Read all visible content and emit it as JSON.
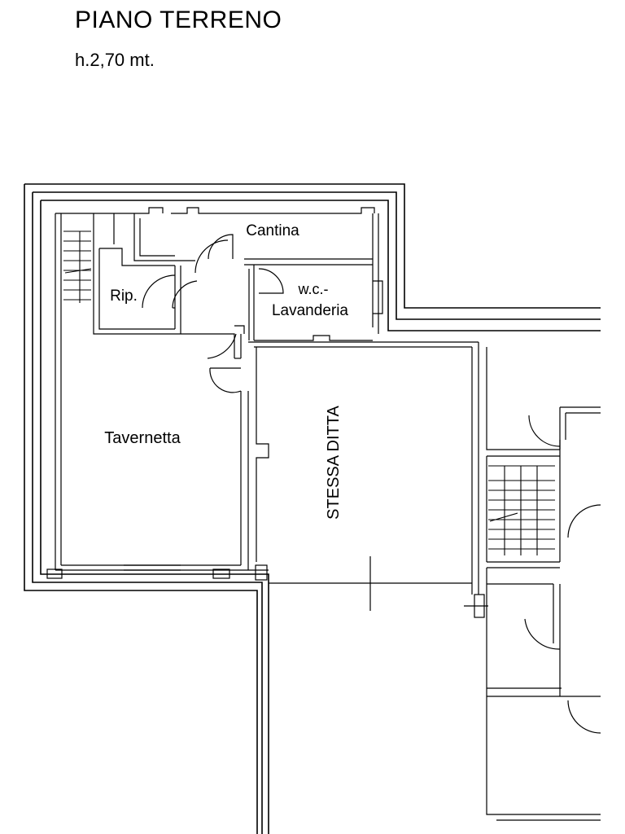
{
  "header": {
    "title": "PIANO TERRENO",
    "height_note": "h.2,70 mt."
  },
  "rooms": {
    "cantina": "Cantina",
    "ripostiglio": "Rip.",
    "wc_line1": "w.c.-",
    "wc_line2": "Lavanderia",
    "tavernetta": "Tavernetta",
    "stessa_ditta": "STESSA DITTA"
  }
}
